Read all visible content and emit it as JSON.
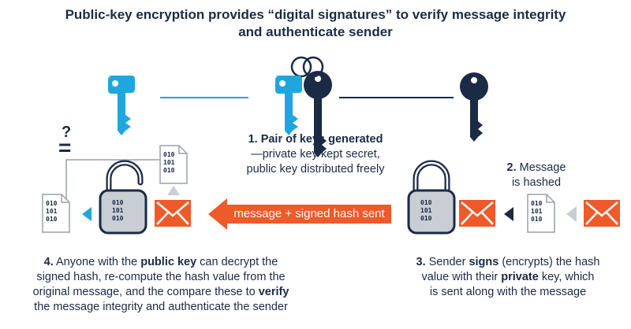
{
  "title": {
    "line1": "Public-key encryption provides “digital signatures” to verify message integrity",
    "line2": "and authenticate sender"
  },
  "colors": {
    "navy": "#1b2a45",
    "cyan": "#1ea7de",
    "orange": "#ef5a2a",
    "gray": "#c9cdd4"
  },
  "icons": [
    "public-key-icon",
    "key-pair-icon",
    "private-key-icon",
    "padlock-open-icon",
    "padlock-closed-icon",
    "envelope-icon",
    "document-binary-icon"
  ],
  "verify": {
    "question": "?",
    "equals": "="
  },
  "doc_binary": [
    "010",
    "101",
    "010"
  ],
  "arrow_label": "message + signed hash sent",
  "step1": {
    "num": "1.",
    "bold": "Pair of keys generated",
    "line2": "—private key kept secret,",
    "line3": "public key distributed freely"
  },
  "step2": {
    "num": "2.",
    "line1": "Message",
    "line2": "is hashed"
  },
  "step3": {
    "num": "3.",
    "pre": "Sender",
    "bold1": "signs",
    "mid": "(encrypts) the hash",
    "line2a": "value with their",
    "bold2": "private",
    "line2b": "key, which",
    "line3": "is sent along with the message"
  },
  "step4": {
    "num": "4.",
    "pre": "Anyone with the",
    "bold1": "public key",
    "post": "can decrypt the",
    "line2": "signed hash, re-compute the hash value from the",
    "line3a": "original message, and the compare these to",
    "bold2": "verify",
    "line4": "the message integrity and authenticate the sender"
  }
}
